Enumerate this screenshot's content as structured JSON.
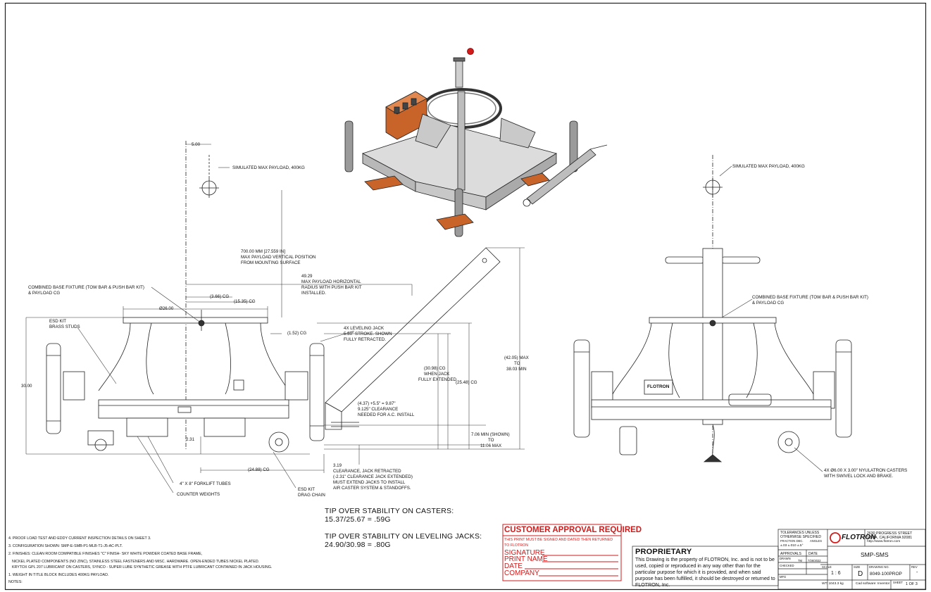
{
  "sheet": {
    "callouts": {
      "payload_left": "SIMULATED MAX PAYLOAD, 400KG",
      "payload_right": "SIMULATED MAX PAYLOAD, 400KG",
      "dim_500": "5.00",
      "dim_700": "700.00 mm [27.559 in]",
      "dim_700_l2": "MAX PAYLOAD VERTICAL POSITION",
      "dim_700_l3": "FROM MOUNTING SURFACE",
      "dim_4929": "49.29",
      "dim_4929_l2": "MAX PAYLOAD HORIZONTAL",
      "dim_4929_l3": "RADIUS WITH PUSH BAR KIT",
      "dim_4929_l4": "INSTALLED.",
      "combined_left_l1": "COMBINED BASE FIXTURE (TOW BAR & PUSH BAR KIT)",
      "combined_left_l2": "& PAYLOAD CG",
      "combined_right_l1": "COMBINED BASE FIXTURE (TOW BAR & PUSH BAR KIT)",
      "combined_right_l2": "& PAYLOAD CG",
      "cg_366": "(3.66) CG",
      "cg_1535": "(15.35) CG",
      "dia_26": "Ø26.00",
      "cg_152": "(1.52) CG",
      "esd_studs_l1": "ESD KIT",
      "esd_studs_l2": "BRASS STUDS",
      "jack_l1": "4X LEVELING JACK",
      "jack_l2": "5.50\" STROKE. SHOWN",
      "jack_l3": "FULLY RETRACTED.",
      "dim_4205_l1": "(42.05) MAX",
      "dim_4205_l2": "TO",
      "dim_4205_l3": "38.03 MIN",
      "dim_3098_l1": "(30.98) CG",
      "dim_3098_l2": "WHEN JACK",
      "dim_3098_l3": "FULLY EXTENDED",
      "dim_2548": "(25.48) CG",
      "dim_30": "30.00",
      "clear_l1": "(4.37) +5.5\" = 9.87\"",
      "clear_l2": "9.125\" CLEARANCE",
      "clear_l3": "NEEDED FOR A.C. INSTALL",
      "dim_706_l1": "7.06 MIN (SHOWN)",
      "dim_706_l2": "TO",
      "dim_706_l3": "11.06 MAX",
      "dim_231": "2.31",
      "dim_2488": "(24.88) CG",
      "dim_319_l1": "3.19",
      "dim_319_l2": "CLEARANCE, JACK RETRACTED",
      "dim_319_l3": "(-2.31\" CLEARANCE JACK EXTENDED)",
      "dim_319_l4": "MUST EXTEND JACKS TO INSTALL",
      "dim_319_l5": "AIR CASTER SYSTEM & STANDOFFS.",
      "forklift": "4\" X 8\" FORKLIFT TUBES",
      "counter": "COUNTER WEIGHTS",
      "esd_chain_l1": "ESD KIT",
      "esd_chain_l2": "DRAG CHAIN",
      "casters_l1": "4X Ø6.00 X 3.00\" NYULATRON CASTERS",
      "casters_l2": "WITH SWIVEL LOCK AND BRAKE.",
      "nameplate": "FLOTRON"
    },
    "stability": {
      "casters_title": "TIP OVER STABILITY ON CASTERS:",
      "casters_value": "15.37/25.67 = .59G",
      "jacks_title": "TIP OVER STABILITY ON LEVELING JACKS:",
      "jacks_value": "24.90/30.98 = .80G"
    },
    "notes": {
      "n4": "4. PROOF LOAD TEST AND EDDY CURRENT INSPECTION DETAILS ON SHEET 3.",
      "n3": "3. CONFIGURATION SHOWN: SMP-E-SMB-P1-MLB-T1-J5-AC-PLT.",
      "n2a": "2. FINISHES: CLEAN ROOM COMPATIBLE FINISHES \"C\" FINISH- SKY WHITE POWDER COATED BASE FRAME,",
      "n2b": "NICKEL PLATED COMPONENTS (NO ZINC), STAINLESS STEEL FASTENERS AND MISC. HARDWARE.  OPEN-ENDED TUBES NICKEL PLATED.",
      "n2c": "KRYTOX GPL 207 LUBRICANT ON CASTERS, SYNCO - SUPER LUBE SYNTHETIC GREASE WITH PTFE LUBRICANT CONTAINED IN JACK HOUSING.",
      "n1": "1. WEIGHT IN TITLE BLOCK INCLUDES 400KG PAYLOAD.",
      "header": "NOTES:"
    },
    "approval": {
      "title": "CUSTOMER APPROVAL REQUIRED",
      "sub1": "THIS PRINT MUST BE SIGNED AND DATED THEN RETURNED",
      "sub2": "TO FLOTRON",
      "signature": "SIGNATURE",
      "print_name": "PRINT NAME",
      "date": "DATE",
      "company": "COMPANY"
    },
    "proprietary": {
      "title": "PROPRIETARY",
      "body": "This Drawing is the property of FLOTRON, Inc. and is not to be used, copied or reproduced in any way other than for the particular purpose for which it is provided, and when said purpose has been fulfilled, it should be destroyed or returned to FLOTRON, Inc."
    },
    "title_block": {
      "tol_l1": "TOLERANCES UNLESS",
      "tol_l2": "OTHERWISE SPECIFIED",
      "frac": "FRACTION DEC.",
      "angles": "ANGLES",
      "tol_vals": "±.03  ±.010   ±.5°",
      "approvals": "APPROVALS",
      "date_hdr": "DATE",
      "drawn": "DRAWN",
      "drawn_by": "TM",
      "drawn_date": "7/26/2022",
      "checked": "CHECKED",
      "mfg": "MFG",
      "company": "FLOTRON",
      "addr1": "2630 PROGRESS STREET",
      "addr2": "VISTA, CALIFORNIA 92081",
      "web": "http://www.flotron.com",
      "part_name": "SMP-SMS",
      "scale_hdr": "SCALE",
      "scale": "1 : 6",
      "size_hdr": "SIZE",
      "size": "D",
      "dwg_hdr": "DRAWING NO.",
      "dwg": "8049-100PROP",
      "rev_hdr": "REV",
      "rev": "-",
      "wt": "WT: 1043.3 kg",
      "cad": "Cad software: Inventor",
      "sheet_hdr": "SHEET",
      "sheet": "1  OF 3"
    }
  },
  "colors": {
    "line": "#1a1a1a",
    "red": "#d21b1b",
    "orange": "#c8642a",
    "steel": "#9a9a9a"
  }
}
